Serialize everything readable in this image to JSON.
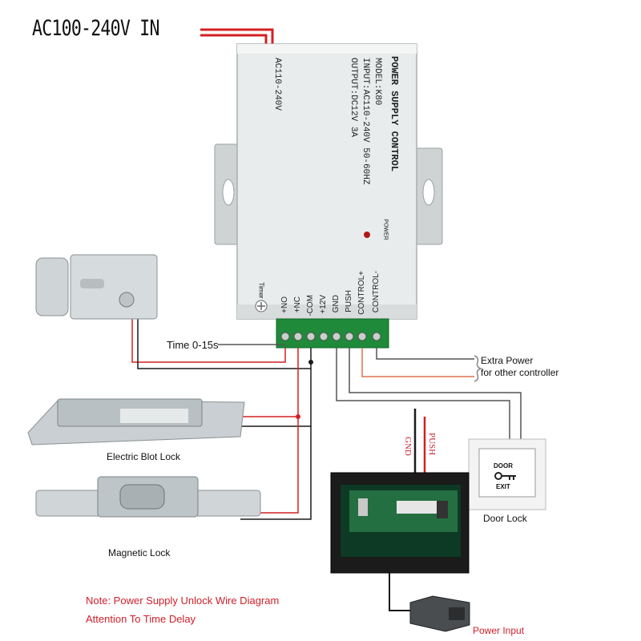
{
  "header": {
    "ac_input_label": "AC100-240V IN"
  },
  "power_supply": {
    "brand": "POWER SUPPLY CONTROL",
    "model": "MODEL:K80",
    "input": "INPUT:AC110-240V 50-60HZ",
    "output": "OUTPUT:DC12V 3A",
    "ac_label": "AC110-240V",
    "power_led_label": "POWER",
    "timer_label": "Timer",
    "terminals": [
      "+NO",
      "+NC",
      "-COM",
      "+12V",
      "GND",
      "PUSH",
      "CONTROL+",
      "CONTROL-"
    ]
  },
  "labels": {
    "time_delay": "Time 0-15s",
    "extra_power_line1": "Extra Power",
    "extra_power_line2": "for other controller",
    "electric_bolt_lock": "Electric Blot Lock",
    "magnetic_lock": "Magnetic Lock",
    "door_lock": "Door Lock",
    "exit_button_top": "DOOR",
    "exit_button_bottom": "EXIT",
    "gnd": "GND",
    "push": "PUSH",
    "power_input": "Power Input"
  },
  "notes": {
    "line1": "Note: Power Supply Unlock Wire Diagram",
    "line2": "Attention To Time Delay"
  },
  "colors": {
    "wire_red": "#d42020",
    "wire_black": "#1a1a1a",
    "wire_gray": "#555555",
    "terminal_green": "#1f8a3a",
    "note_red": "#d0202a",
    "psu_body": "#e9ecec"
  }
}
